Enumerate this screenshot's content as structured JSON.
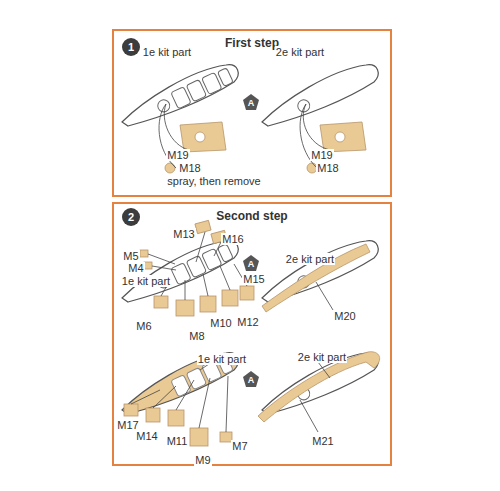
{
  "diagram": {
    "nodes": [
      {
        "text": [
          "First step"
        ]
      },
      {
        "text": [
          "1"
        ],
        "in": 0
      },
      {
        "text": [
          "A"
        ],
        "in": 0
      },
      {
        "text": [
          "Second step"
        ]
      },
      {
        "text": [
          "2"
        ],
        "in": 3
      },
      {
        "text": [
          "A"
        ],
        "in": 3
      },
      {
        "text": [
          "A"
        ],
        "in": 3
      }
    ],
    "labels": [
      "1e kit part",
      "2e kit part",
      "M19",
      "M18",
      "spray, then remove",
      "M19",
      "M18",
      "M13",
      "M16",
      "M5",
      "M4",
      "1e kit part",
      "2e kit part",
      "M15",
      "M6",
      "M8",
      "M10",
      "M12",
      "M20",
      "1e kit part",
      "2e kit part",
      "M17",
      "M14",
      "M11",
      "M9",
      "M7",
      "M21"
    ]
  }
}
